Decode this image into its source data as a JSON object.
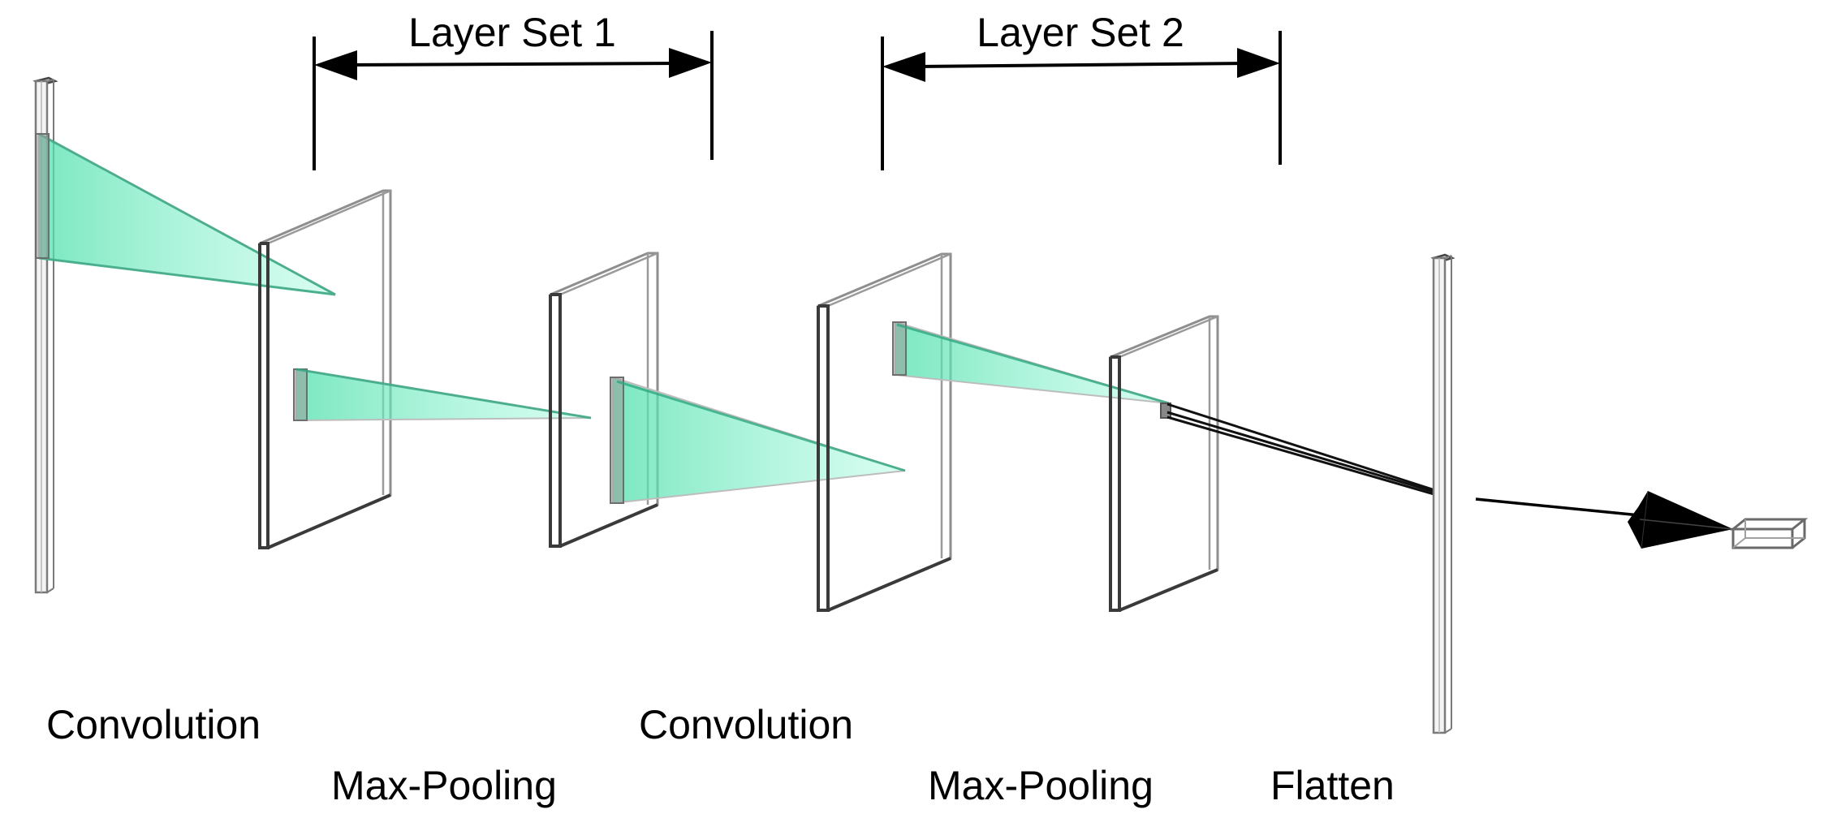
{
  "labels": {
    "layer_set_1": "Layer Set 1",
    "layer_set_2": "Layer Set 2",
    "convolution_1": "Convolution",
    "max_pooling_1": "Max-Pooling",
    "convolution_2": "Convolution",
    "max_pooling_2": "Max-Pooling",
    "flatten": "Flatten"
  },
  "colors": {
    "kernel_fill": "#6ff0c0",
    "kernel_edge": "#2fa882",
    "frame": "#3a3a3a",
    "arrow": "#000000"
  },
  "icons": {
    "output_arrow": "arrowhead-icon",
    "output_box": "output-box-icon"
  }
}
